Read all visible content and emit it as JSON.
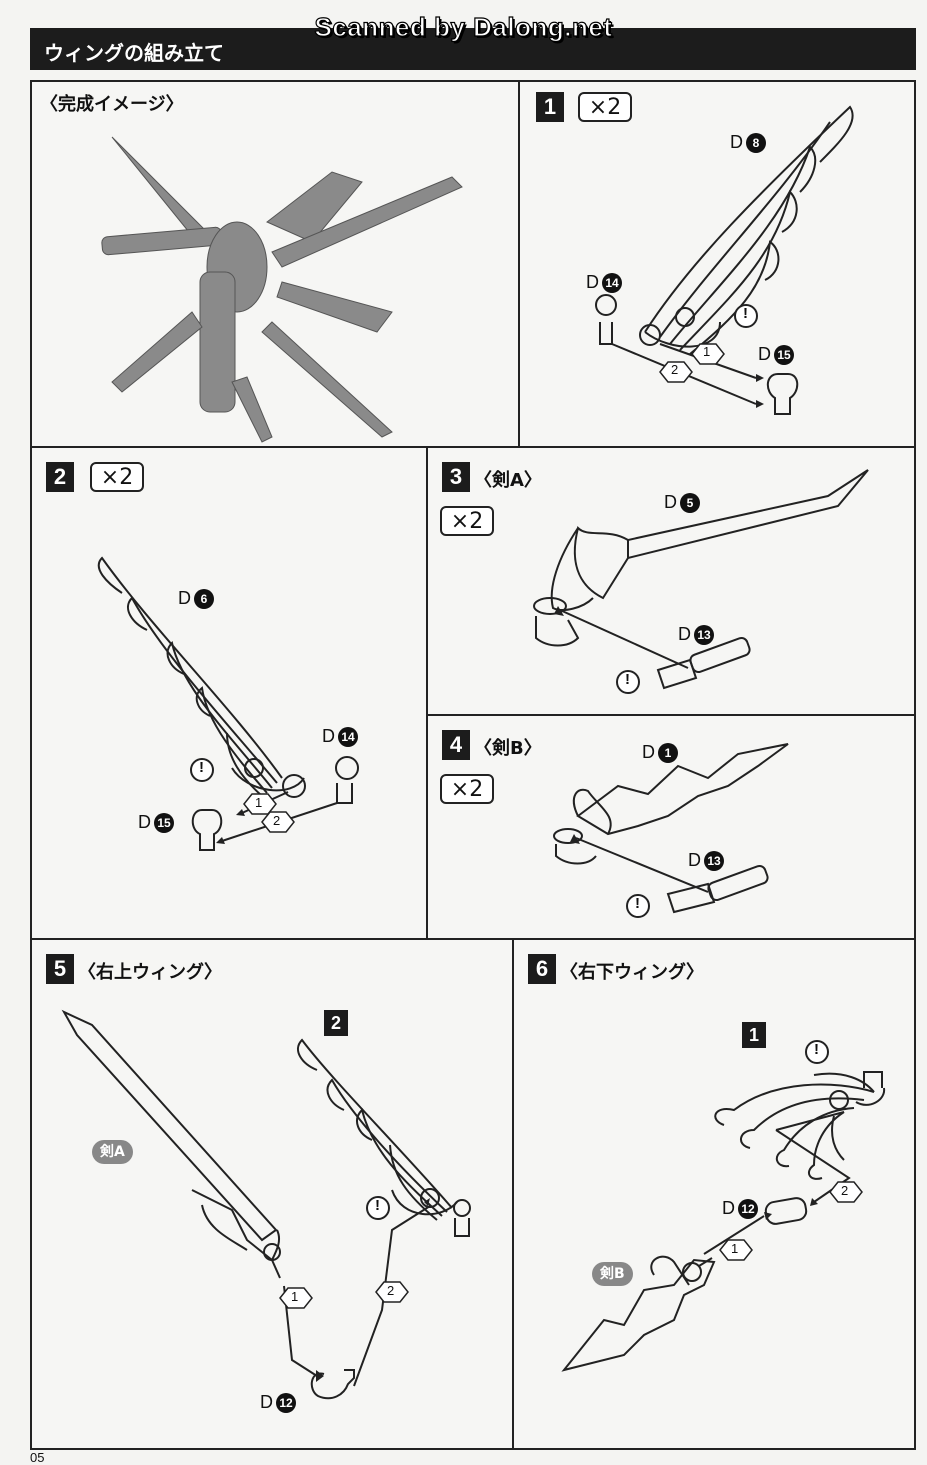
{
  "watermark": "Scanned by Dalong.net",
  "header": {
    "title": "ウィングの組み立て"
  },
  "page_number": "05",
  "completed": {
    "title": "〈完成イメージ〉"
  },
  "steps": [
    {
      "num": "1",
      "qty": "×2"
    },
    {
      "num": "2",
      "qty": "×2"
    },
    {
      "num": "3",
      "title": "〈剣A〉",
      "qty": "×2"
    },
    {
      "num": "4",
      "title": "〈剣B〉",
      "qty": "×2"
    },
    {
      "num": "5",
      "title": "〈右上ウィング〉"
    },
    {
      "num": "6",
      "title": "〈右下ウィング〉"
    }
  ],
  "parts": {
    "d_prefix": "D",
    "p8": "8",
    "p14": "14",
    "p15": "15",
    "p6": "6",
    "p5": "5",
    "p13": "13",
    "p1": "1",
    "p12": "12"
  },
  "order": {
    "one": "1",
    "two": "2"
  },
  "caution": "!",
  "refs": {
    "step2": "2",
    "step1": "1",
    "sword_a": "剣A",
    "sword_b": "剣B"
  }
}
